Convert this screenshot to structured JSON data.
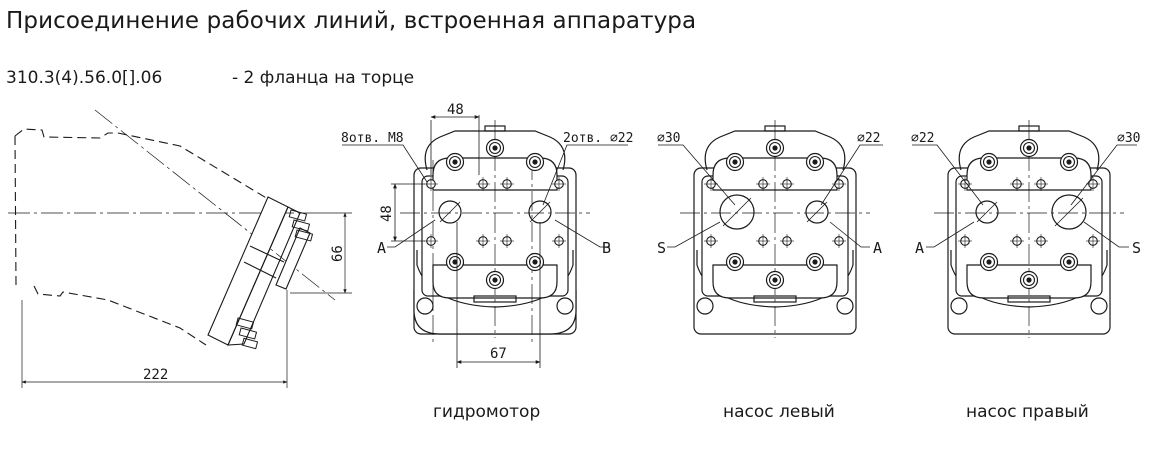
{
  "header": {
    "title": "Присоединение рабочих линий, встроенная аппаратура",
    "model_code": "310.3(4).56.0[].06",
    "description": "- 2 фланца на торце"
  },
  "side_view": {
    "dim_length": "222",
    "dim_height": "66"
  },
  "views": [
    {
      "caption": "гидромотор",
      "label_holes": "8отв. М8",
      "label_port": "2отв. ⌀22",
      "dim_top": "48",
      "dim_side": "48",
      "dim_bottom": "67",
      "port_left": "A",
      "port_right": "B"
    },
    {
      "caption": "насос левый",
      "label_left": "⌀30",
      "label_right": "⌀22",
      "port_left": "S",
      "port_right": "A"
    },
    {
      "caption": "насос правый",
      "label_left": "⌀22",
      "label_right": "⌀30",
      "port_left": "A",
      "port_right": "S"
    }
  ]
}
